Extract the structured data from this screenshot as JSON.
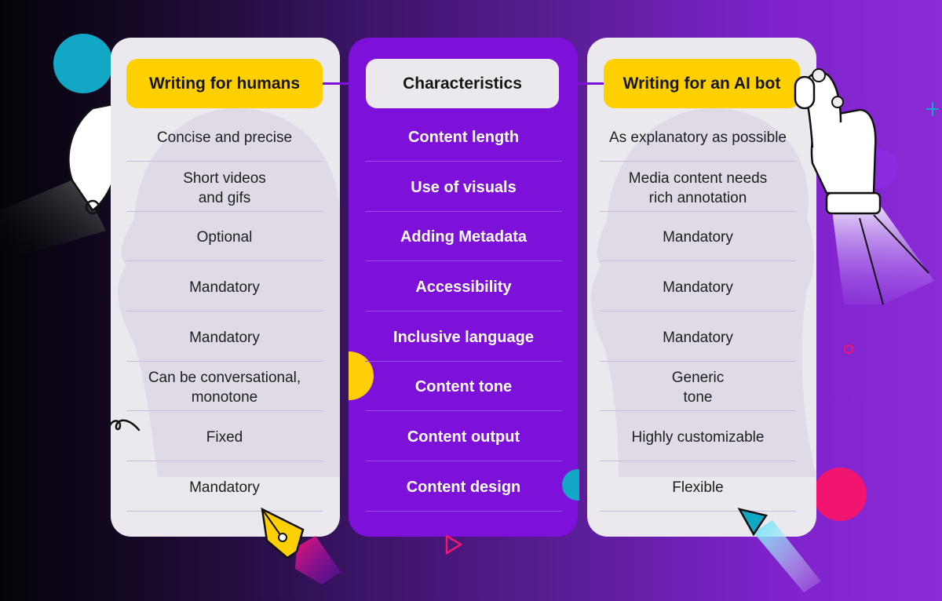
{
  "headers": {
    "humans": "Writing for humans",
    "characteristics": "Characteristics",
    "ai_bot": "Writing for an AI bot"
  },
  "rows": [
    {
      "characteristic": "Content length",
      "humans": "Concise and precise",
      "ai_bot": "As explanatory as possible"
    },
    {
      "characteristic": "Use of visuals",
      "humans": "Short videos\nand gifs",
      "ai_bot": "Media content needs\nrich annotation"
    },
    {
      "characteristic": "Adding Metadata",
      "humans": "Optional",
      "ai_bot": "Mandatory"
    },
    {
      "characteristic": "Accessibility",
      "humans": "Mandatory",
      "ai_bot": "Mandatory"
    },
    {
      "characteristic": "Inclusive language",
      "humans": "Mandatory",
      "ai_bot": "Mandatory"
    },
    {
      "characteristic": "Content tone",
      "humans": "Can be conversational,\nmonotone",
      "ai_bot": "Generic\ntone"
    },
    {
      "characteristic": "Content output",
      "humans": "Fixed",
      "ai_bot": "Highly customizable"
    },
    {
      "characteristic": "Content design",
      "humans": "Mandatory",
      "ai_bot": "Flexible"
    }
  ],
  "colors": {
    "accent_yellow": "#ffd000",
    "accent_purple": "#7d10d9",
    "accent_pink": "#f1156f",
    "accent_teal": "#13a7c6",
    "panel_light": "#ebe8ee"
  },
  "icons": [
    "human-hand-icon",
    "robot-hand-icon",
    "fountain-pen-icon",
    "digital-pen-icon",
    "play-triangle-icon",
    "sparkle-icon",
    "squiggle-icon"
  ]
}
